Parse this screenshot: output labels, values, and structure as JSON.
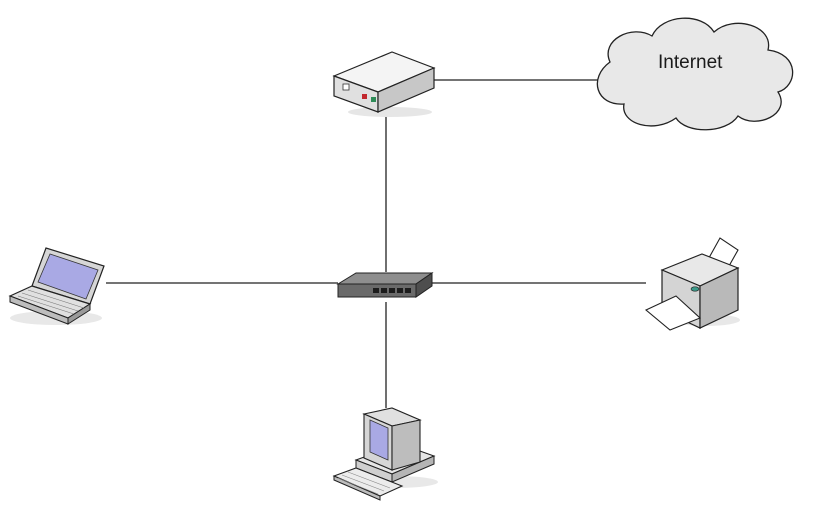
{
  "diagram": {
    "cloud_label": "Internet",
    "nodes": [
      {
        "name": "modem",
        "icon": "modem-icon"
      },
      {
        "name": "internet",
        "icon": "cloud-icon"
      },
      {
        "name": "switch",
        "icon": "network-switch-icon"
      },
      {
        "name": "laptop",
        "icon": "laptop-icon"
      },
      {
        "name": "printer",
        "icon": "printer-icon"
      },
      {
        "name": "desktop-computer",
        "icon": "desktop-computer-icon"
      }
    ],
    "connections": [
      [
        "modem",
        "internet"
      ],
      [
        "modem",
        "switch"
      ],
      [
        "laptop",
        "switch"
      ],
      [
        "switch",
        "printer"
      ],
      [
        "switch",
        "desktop-computer"
      ]
    ]
  }
}
